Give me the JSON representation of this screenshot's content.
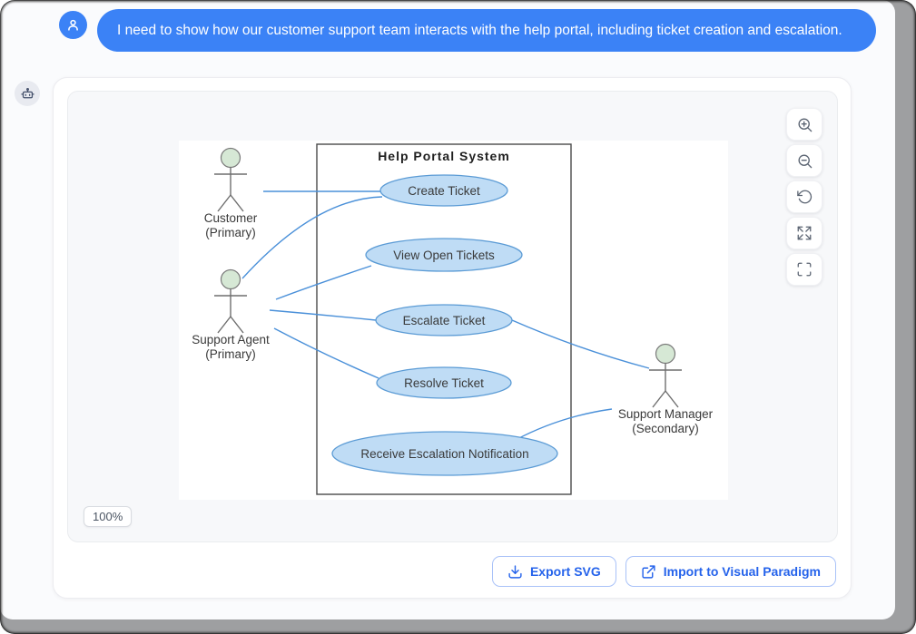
{
  "colors": {
    "accent_blue": "#3b82f6",
    "action_blue": "#2563eb",
    "use_case_fill": "#bfdcf5",
    "use_case_stroke": "#5b9bd5",
    "connector_blue": "#4a90d9",
    "actor_head_fill": "#d6e8d5",
    "shadow_gray": "#9e9fa1"
  },
  "chat": {
    "user_message": "I need to show how our customer support team interacts with the help portal, including ticket creation and escalation.",
    "user_avatar_icon": "person-icon",
    "assistant_avatar_icon": "robot-icon"
  },
  "canvas": {
    "zoom_label": "100%",
    "control_icons": [
      "zoom-in-icon",
      "zoom-out-icon",
      "reset-view-icon",
      "expand-arrows-icon",
      "fullscreen-brackets-icon"
    ]
  },
  "actions": {
    "export_svg_label": "Export SVG",
    "export_svg_icon": "download-icon",
    "import_vp_label": "Import to Visual Paradigm",
    "import_vp_icon": "external-link-icon"
  },
  "diagram": {
    "type": "uml-use-case",
    "system_title": "Help Portal System",
    "actors": [
      {
        "name": "Customer",
        "role": "(Primary)"
      },
      {
        "name": "Support Agent",
        "role": "(Primary)"
      },
      {
        "name": "Support Manager",
        "role": "(Secondary)"
      }
    ],
    "use_cases": [
      "Create Ticket",
      "View Open Tickets",
      "Escalate Ticket",
      "Resolve Ticket",
      "Receive Escalation Notification"
    ],
    "associations": [
      {
        "from": "Customer",
        "to": "Create Ticket"
      },
      {
        "from": "Support Agent",
        "to": "Create Ticket"
      },
      {
        "from": "Support Agent",
        "to": "View Open Tickets"
      },
      {
        "from": "Support Agent",
        "to": "Escalate Ticket"
      },
      {
        "from": "Support Agent",
        "to": "Resolve Ticket"
      },
      {
        "from": "Escalate Ticket",
        "to": "Support Manager"
      },
      {
        "from": "Receive Escalation Notification",
        "to": "Support Manager"
      }
    ]
  }
}
